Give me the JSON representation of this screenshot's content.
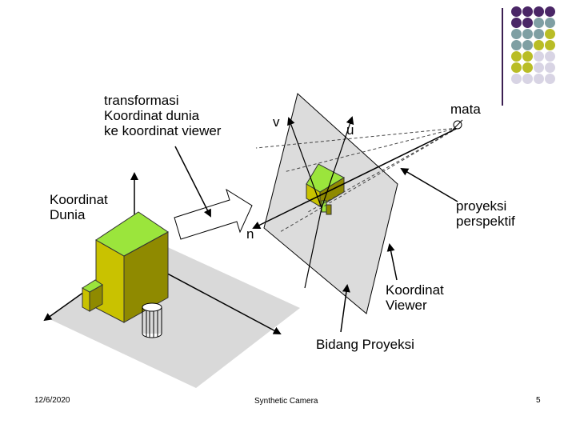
{
  "slide": {
    "date": "12/6/2020",
    "footer_title": "Synthetic Camera",
    "page_number": "5"
  },
  "labels": {
    "transform": "transformasi\nKoordinat dunia\nke koordinat viewer",
    "world": "Koordinat\nDunia",
    "v": "v",
    "u": "u",
    "n": "n",
    "eye": "mata",
    "projection": "proyeksi\nperspektif",
    "viewer": "Koordinat\nViewer",
    "plane": "Bidang Proyeksi"
  },
  "colors": {
    "dark_purple": "#4a2666",
    "teal_gray": "#7f9fa3",
    "yellow_green": "#b9bd26",
    "lavender": "#d8d4e4",
    "building_front": "#c9c200",
    "building_side": "#8f8a00",
    "building_top": "#9be53c",
    "plane_fill": "#dcdcdc"
  },
  "dot_grid": [
    [
      "dark_purple",
      "dark_purple",
      "dark_purple",
      "dark_purple"
    ],
    [
      "dark_purple",
      "dark_purple",
      "teal_gray",
      "teal_gray"
    ],
    [
      "teal_gray",
      "teal_gray",
      "teal_gray",
      "yellow_green"
    ],
    [
      "teal_gray",
      "teal_gray",
      "yellow_green",
      "yellow_green"
    ],
    [
      "yellow_green",
      "yellow_green",
      "lavender",
      "lavender"
    ],
    [
      "yellow_green",
      "yellow_green",
      "lavender",
      "lavender"
    ],
    [
      "lavender",
      "lavender",
      "lavender",
      "lavender"
    ]
  ]
}
